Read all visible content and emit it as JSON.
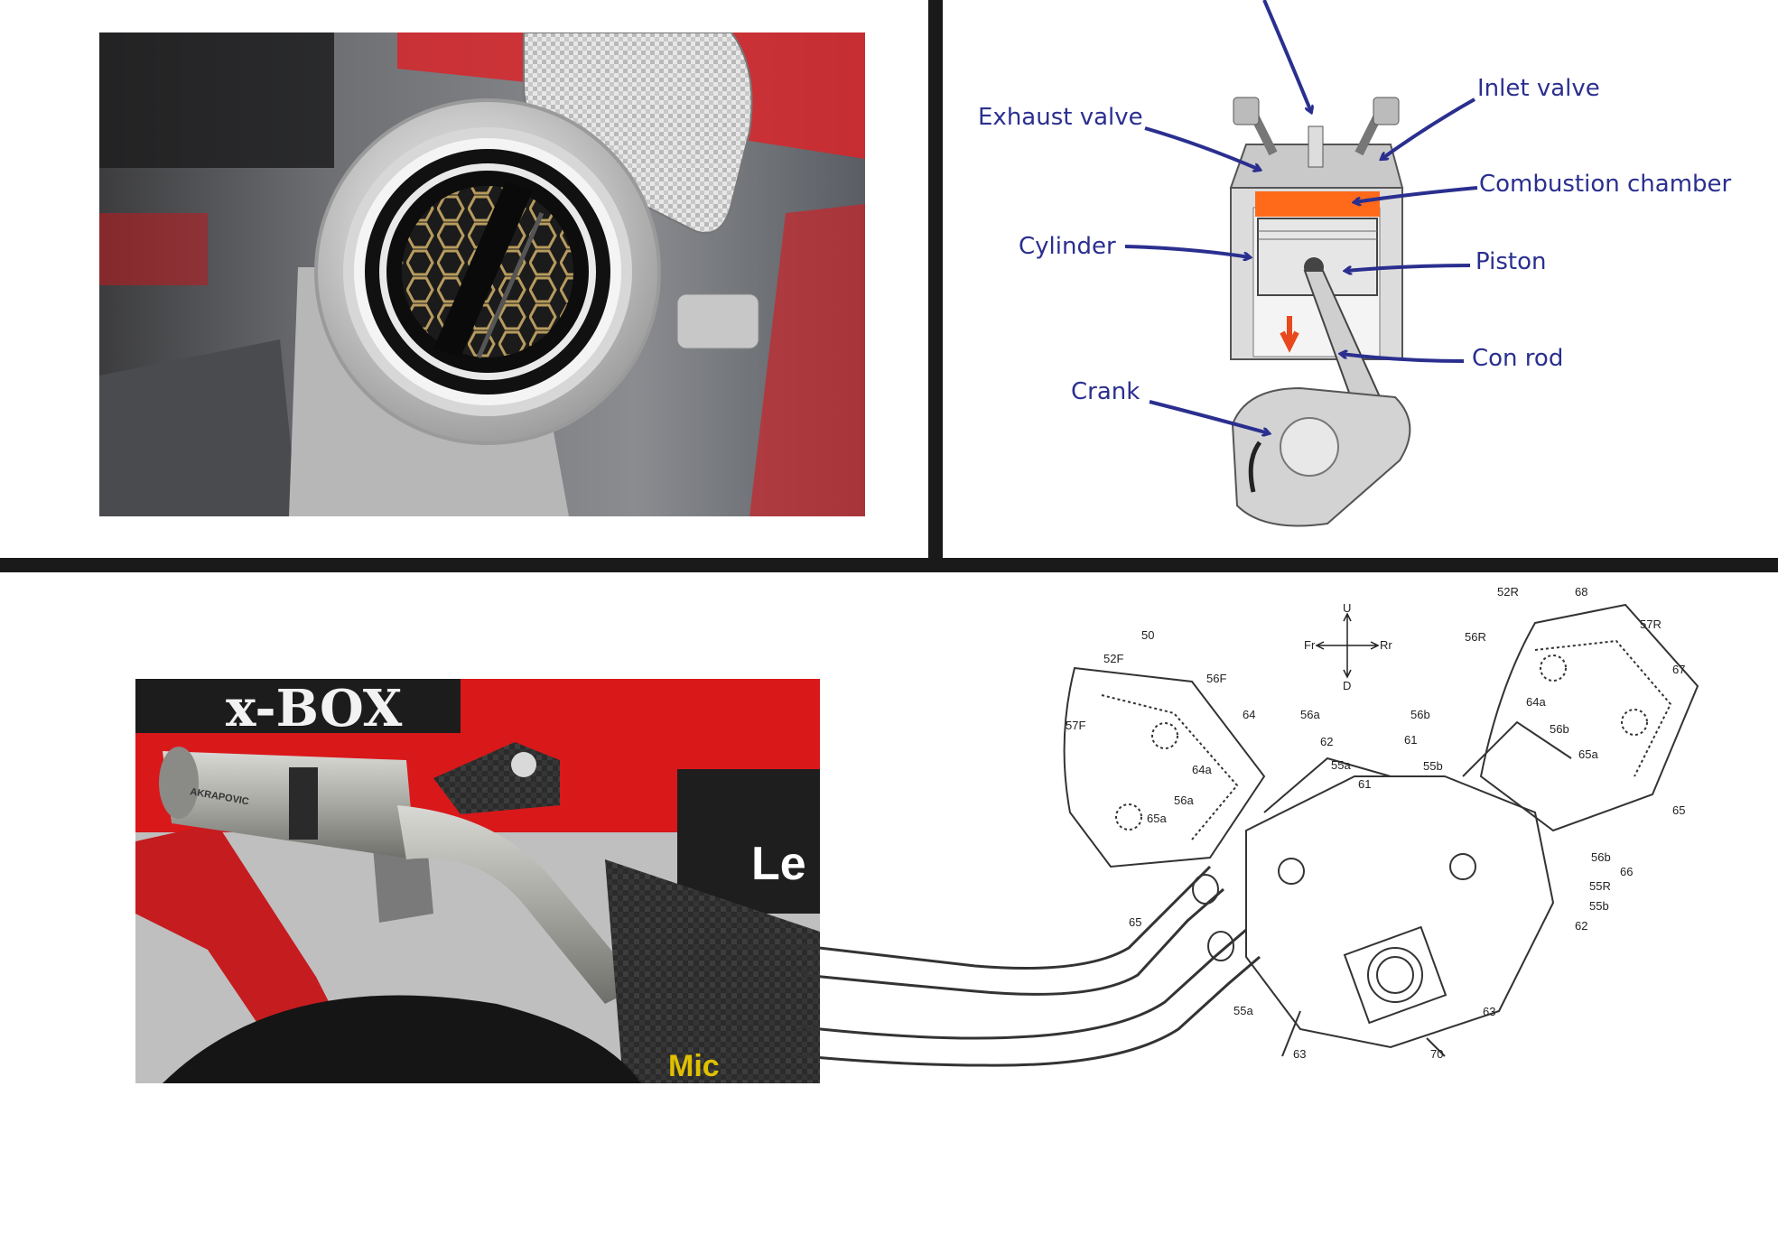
{
  "engine_diagram": {
    "labels": {
      "exhaust_valve": "Exhaust valve",
      "inlet_valve": "Inlet valve",
      "combustion_chamber": "Combustion chamber",
      "cylinder": "Cylinder",
      "piston": "Piston",
      "con_rod": "Con rod",
      "crank": "Crank"
    },
    "colors": {
      "label": "#2a2f8f",
      "combustion": "#ff6a1a",
      "down_arrow": "#e8481c"
    }
  },
  "bike_photo": {
    "livery_text": "x-BOX",
    "side_text": "Le",
    "muffler_brand": "AKRAPOVIC",
    "tire_text": "Mic",
    "colors": {
      "fairing_red": "#d9181a",
      "carbon": "#2b2b2b",
      "titanium": "#a9a9a6"
    }
  },
  "patent_drawing": {
    "compass": {
      "up": "U",
      "down": "D",
      "front": "Fr",
      "rear": "Rr"
    },
    "part_numbers": [
      "50",
      "52F",
      "52R",
      "68",
      "57R",
      "56R",
      "67",
      "56F",
      "57F",
      "64",
      "56a",
      "56b",
      "64a",
      "56b",
      "61",
      "62",
      "55a",
      "61",
      "55b",
      "65a",
      "65",
      "56a",
      "64a",
      "65a",
      "56b",
      "66",
      "55R",
      "55b",
      "62",
      "65",
      "63",
      "63",
      "70",
      "55a"
    ]
  }
}
